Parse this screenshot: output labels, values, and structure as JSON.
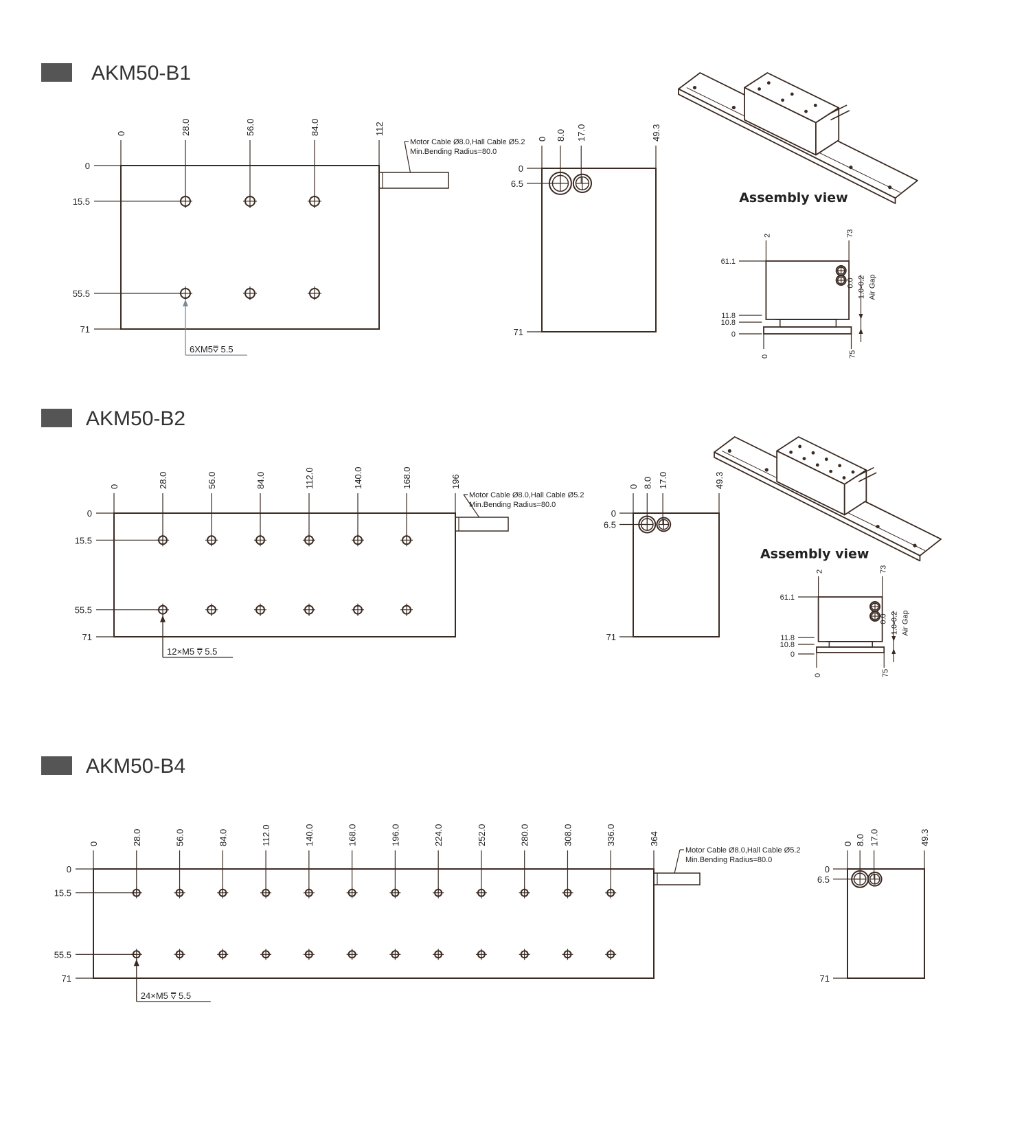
{
  "colors": {
    "line": "#3a2a22",
    "header_bar": "#555555",
    "callout": "#7a8a96"
  },
  "sections": [
    {
      "title": "AKM50-B1",
      "top_x": [
        "0",
        "28.0",
        "56.0",
        "84.0",
        "112"
      ],
      "side_y": [
        "0",
        "15.5",
        "55.5",
        "71"
      ],
      "cable_note_1": "Motor Cable Ø8.0,Hall Cable Ø5.2",
      "cable_note_2": "Min.Bending Radius=80.0",
      "hole_note": "6XM5⩢ 5.5",
      "end_x": [
        "0",
        "8.0",
        "17.0",
        "49.3"
      ],
      "end_y": [
        "0",
        "6.5",
        "71"
      ],
      "assembly_label": "Assembly view",
      "profile_top": [
        "2",
        "73"
      ],
      "profile_bottom": [
        "0",
        "75"
      ],
      "profile_left": [
        "61.1",
        "11.8",
        "10.8",
        "0"
      ],
      "airgap_values": [
        "0.0",
        "1.0-0.2"
      ],
      "airgap_label": "Air Gap"
    },
    {
      "title": "AKM50-B2",
      "top_x": [
        "0",
        "28.0",
        "56.0",
        "84.0",
        "112.0",
        "140.0",
        "168.0",
        "196"
      ],
      "side_y": [
        "0",
        "15.5",
        "55.5",
        "71"
      ],
      "cable_note_1": "Motor Cable Ø8.0,Hall Cable Ø5.2",
      "cable_note_2": "Min.Bending Radius=80.0",
      "hole_note": "12×M5 ⩢ 5.5",
      "end_x": [
        "0",
        "8.0",
        "17.0",
        "49.3"
      ],
      "end_y": [
        "0",
        "6.5",
        "71"
      ],
      "assembly_label": "Assembly view",
      "profile_top": [
        "2",
        "73"
      ],
      "profile_bottom": [
        "0",
        "75"
      ],
      "profile_left": [
        "61.1",
        "11.8",
        "10.8",
        "0"
      ],
      "airgap_values": [
        "0.0",
        "1.0-0.2"
      ],
      "airgap_label": "Air Gap"
    },
    {
      "title": "AKM50-B4",
      "top_x": [
        "0",
        "28.0",
        "56.0",
        "84.0",
        "112.0",
        "140.0",
        "168.0",
        "196.0",
        "224.0",
        "252.0",
        "280.0",
        "308.0",
        "336.0",
        "364"
      ],
      "side_y": [
        "0",
        "15.5",
        "55.5",
        "71"
      ],
      "cable_note_1": "Motor Cable Ø8.0,Hall Cable Ø5.2",
      "cable_note_2": "Min.Bending Radius=80.0",
      "hole_note": "24×M5 ⩢ 5.5",
      "end_x": [
        "0",
        "8.0",
        "17.0",
        "49.3"
      ],
      "end_y": [
        "0",
        "6.5",
        "71"
      ]
    }
  ]
}
